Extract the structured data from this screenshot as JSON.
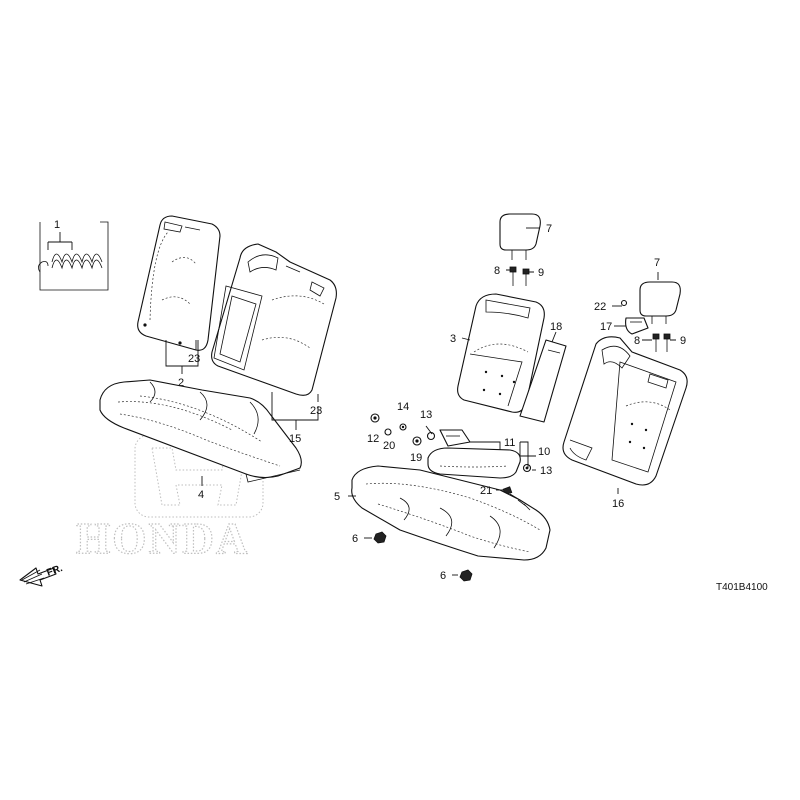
{
  "diagram": {
    "code": "T401B4100",
    "watermark": "HONDA",
    "direction_label": "FR.",
    "callouts": {
      "c1": "1",
      "c2": "2",
      "c3": "3",
      "c4": "4",
      "c5": "5",
      "c6a": "6",
      "c6b": "6",
      "c7a": "7",
      "c7b": "7",
      "c8a": "8",
      "c8b": "8",
      "c9a": "9",
      "c9b": "9",
      "c10": "10",
      "c11": "11",
      "c12": "12",
      "c13a": "13",
      "c13b": "13",
      "c14": "14",
      "c15": "15",
      "c16": "16",
      "c17": "17",
      "c18": "18",
      "c19": "19",
      "c20": "20",
      "c21": "21",
      "c22": "22",
      "c23a": "23",
      "c23b": "23"
    }
  }
}
